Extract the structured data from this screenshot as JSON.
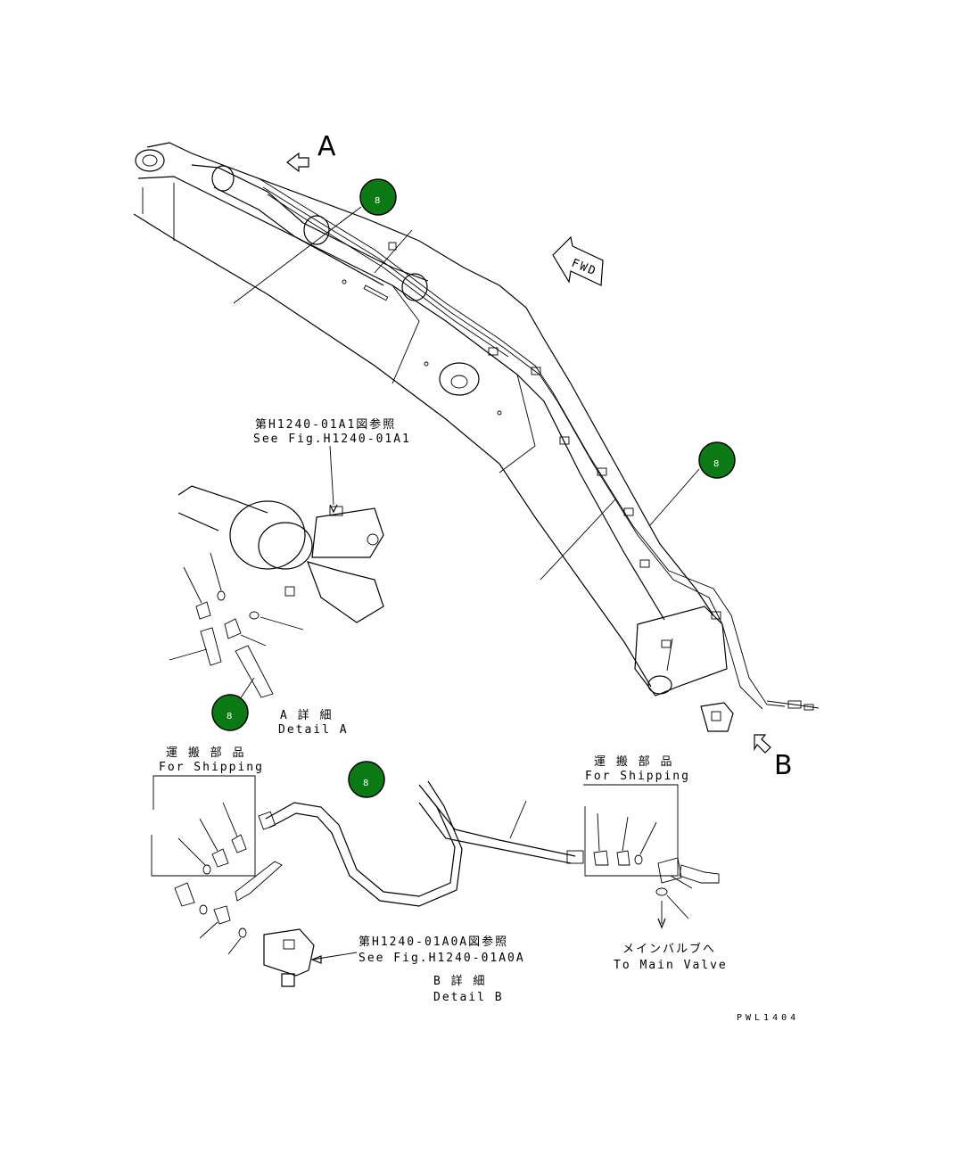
{
  "labels": {
    "view_a": "A",
    "view_b": "B",
    "fwd": "FWD",
    "ref_a_jp": "第H1240-01A1図参照",
    "ref_a_en": "See Fig.H1240-01A1",
    "detail_a_jp": "A 詳 細",
    "detail_a_en": "Detail A",
    "shipping_left_jp": "運 搬 部 品",
    "shipping_left_en": "For Shipping",
    "shipping_right_jp": "運 搬 部 品",
    "shipping_right_en": "For Shipping",
    "ref_b_jp": "第H1240-01A0A図参照",
    "ref_b_en": "See Fig.H1240-01A0A",
    "main_valve_jp": "メインバルブへ",
    "main_valve_en": "To Main Valve",
    "detail_b_jp": "B 詳 細",
    "detail_b_en": "Detail B",
    "drawing_code": "PWL1404"
  },
  "callouts": [
    {
      "id": "callout-1",
      "number": "8"
    },
    {
      "id": "callout-2",
      "number": "8"
    },
    {
      "id": "callout-3",
      "number": "8"
    },
    {
      "id": "callout-4",
      "number": "8"
    }
  ],
  "colors": {
    "badge_fill": "#0b7a14",
    "badge_stroke": "#000000",
    "badge_text": "#ffffff",
    "line": "#000000",
    "background": "#ffffff"
  }
}
